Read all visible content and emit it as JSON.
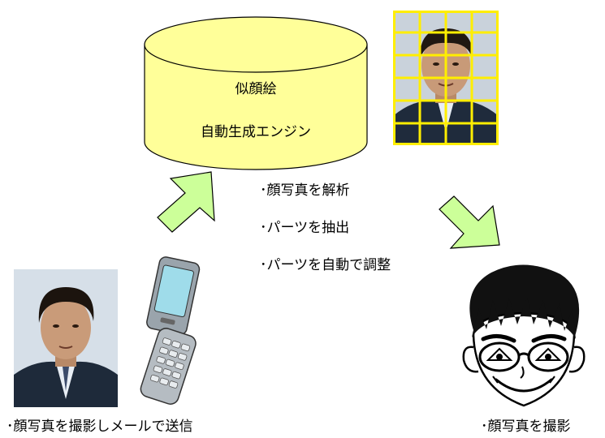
{
  "engine": {
    "line1": "似顔絵",
    "line2": "自動生成エンジン"
  },
  "steps": [
    "･顔写真を解析",
    "･パーツを抽出",
    "･パーツを自動で調整"
  ],
  "captions": {
    "left": "･顔写真を撮影しメールで送信",
    "right": "･顔写真を撮影"
  },
  "colors": {
    "cylinder_fill": "#ffff99",
    "arrow_fill": "#ccff99",
    "grid_line": "#ffee00"
  }
}
